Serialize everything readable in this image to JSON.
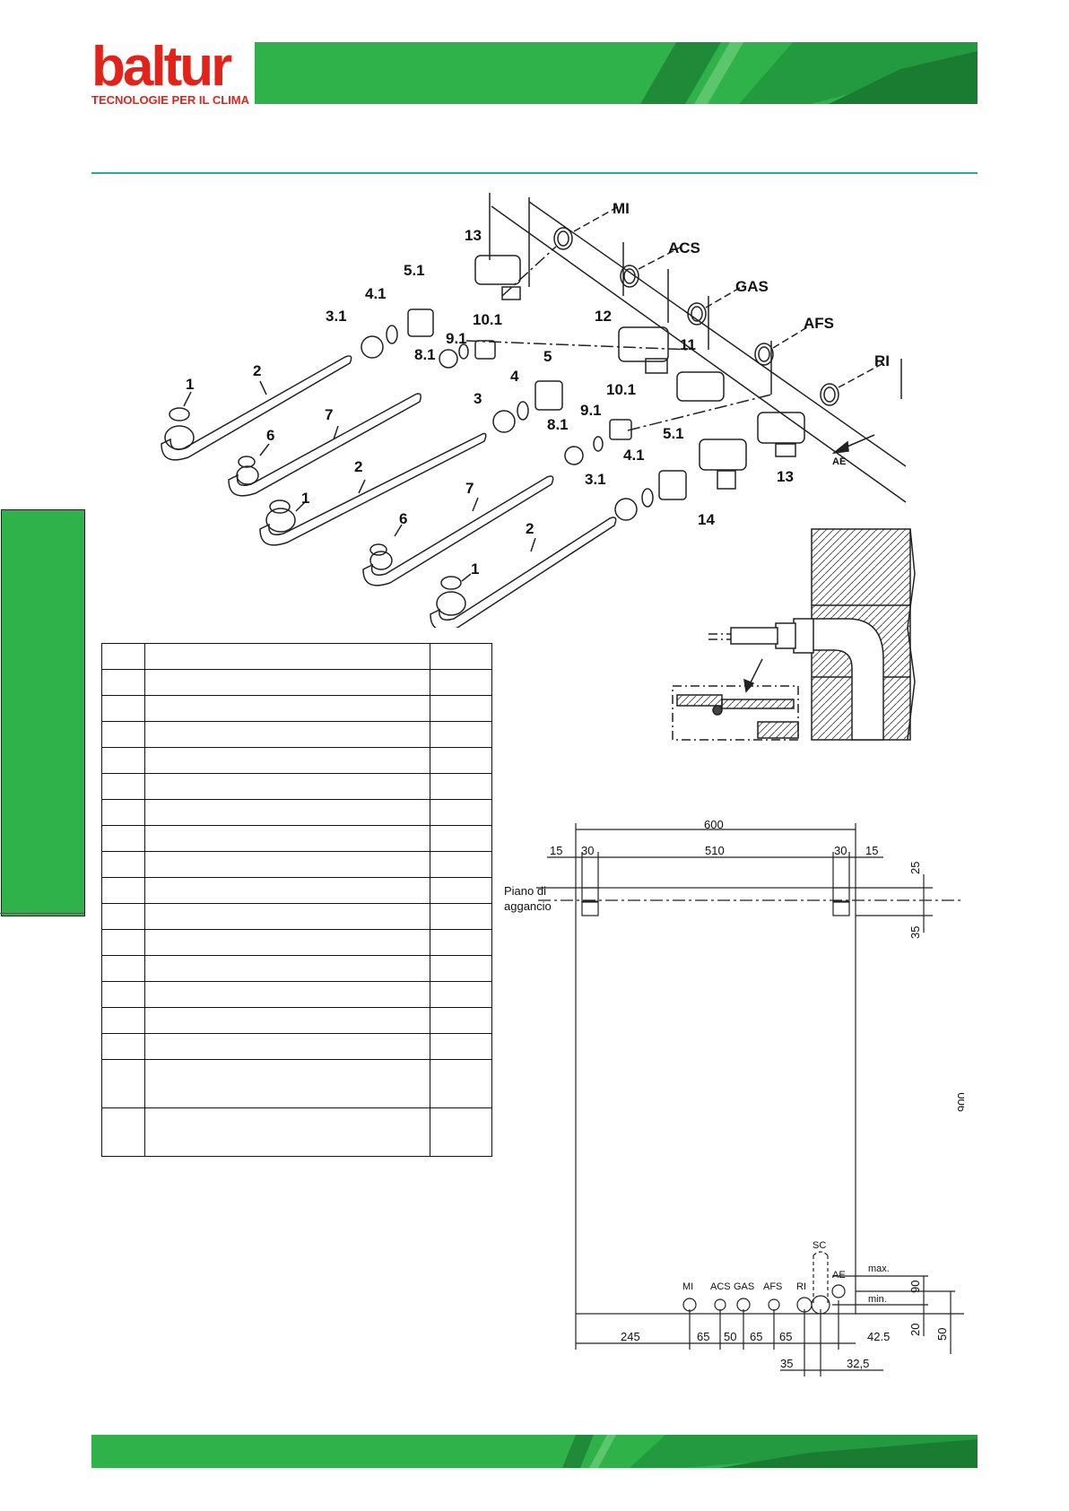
{
  "brand": {
    "logo_text": "baltur",
    "tagline": "TECNOLOGIE PER IL CLIMA",
    "primary_color": "#2fb24a",
    "logo_color": "#e2231a",
    "rule_color": "#27a8a0"
  },
  "exploded_view": {
    "connection_labels": [
      "MI",
      "ACS",
      "GAS",
      "AFS",
      "RI",
      "AE"
    ],
    "part_labels": [
      "13",
      "5.1",
      "4.1",
      "3.1",
      "10.1",
      "9.1",
      "8.1",
      "2",
      "1",
      "12",
      "5",
      "4",
      "3",
      "11",
      "10.1",
      "9.1",
      "8.1",
      "7",
      "6",
      "2",
      "1",
      "5.1",
      "4.1",
      "3.1",
      "13",
      "14",
      "7",
      "6",
      "2",
      "1"
    ]
  },
  "parts_table": {
    "row_count": 18
  },
  "dimension_drawing": {
    "top_dims": [
      "600",
      "15",
      "30",
      "510",
      "30",
      "15"
    ],
    "right_dims": [
      "25",
      "35",
      "900",
      "90",
      "20",
      "50"
    ],
    "bottom_dims": [
      "245",
      "65",
      "50",
      "65",
      "65",
      "42.5",
      "35",
      "32,5"
    ],
    "hanging_label_line1": "Piano di",
    "hanging_label_line2": "aggancio",
    "connections": [
      "MI",
      "ACS",
      "GAS",
      "AFS",
      "RI",
      "SC",
      "AE"
    ],
    "max_label": "max.",
    "min_label": "min."
  }
}
